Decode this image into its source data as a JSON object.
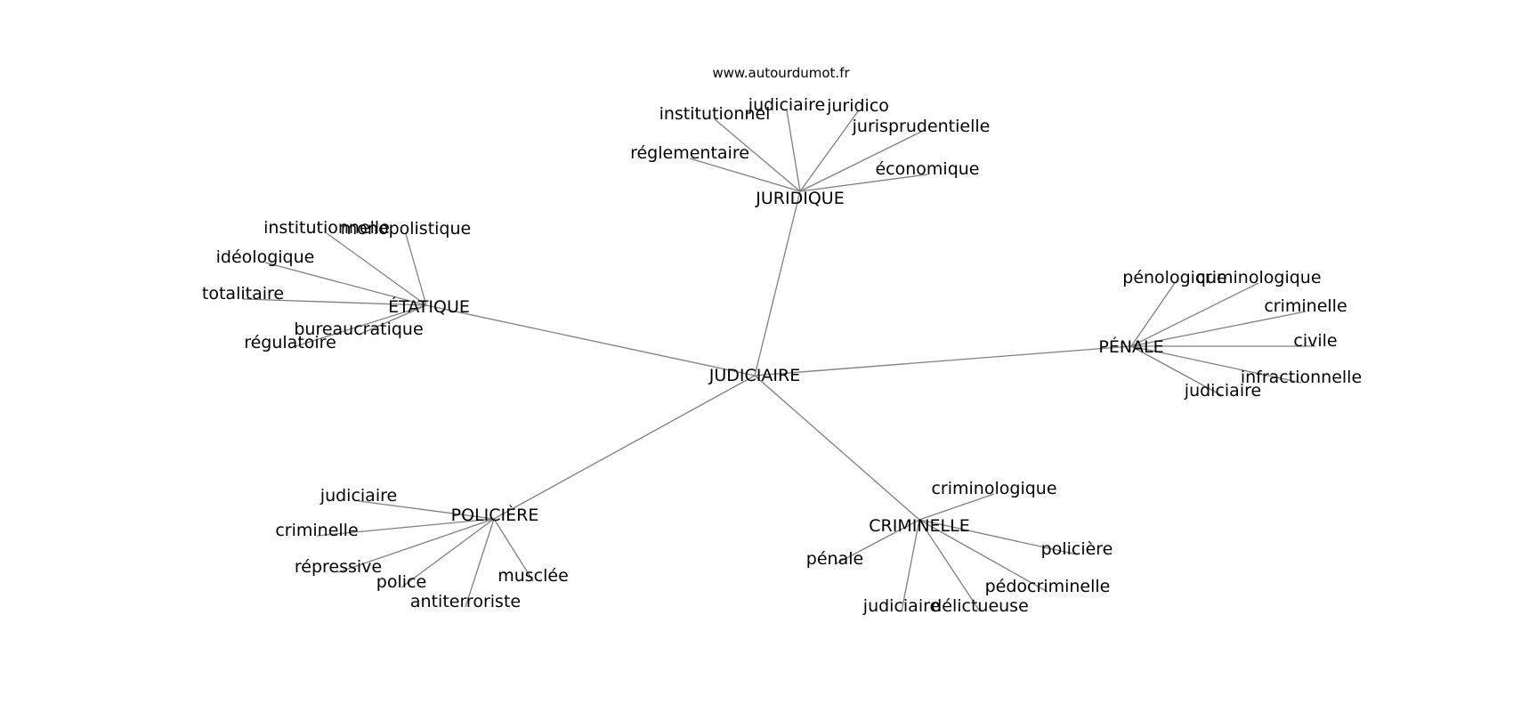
{
  "site_label": "www.autourdumot.fr",
  "edge_color": "#7f7f7f",
  "center": {
    "id": "judiciaire_c",
    "label": "JUDICIAIRE"
  },
  "branches": [
    {
      "id": "juridique",
      "label": "JURIDIQUE",
      "children": [
        "institutionnel",
        "judiciaire",
        "juridico",
        "jurisprudentielle",
        "réglementaire",
        "économique"
      ]
    },
    {
      "id": "etatique",
      "label": "ÉTATIQUE",
      "children": [
        "institutionnelle",
        "monopolistique",
        "idéologique",
        "totalitaire",
        "bureaucratique",
        "régulatoire"
      ]
    },
    {
      "id": "penale",
      "label": "PÉNALE",
      "children": [
        "pénologique",
        "criminologique",
        "criminelle",
        "civile",
        "infractionnelle",
        "judiciaire"
      ]
    },
    {
      "id": "policiere",
      "label": "POLICIÈRE",
      "children": [
        "judiciaire",
        "criminelle",
        "répressive",
        "police",
        "musclée",
        "antiterroriste"
      ]
    },
    {
      "id": "criminelle",
      "label": "CRIMINELLE",
      "children": [
        "criminologique",
        "pénale",
        "policière",
        "pédocriminelle",
        "judiciaire",
        "délictueuse"
      ]
    }
  ]
}
